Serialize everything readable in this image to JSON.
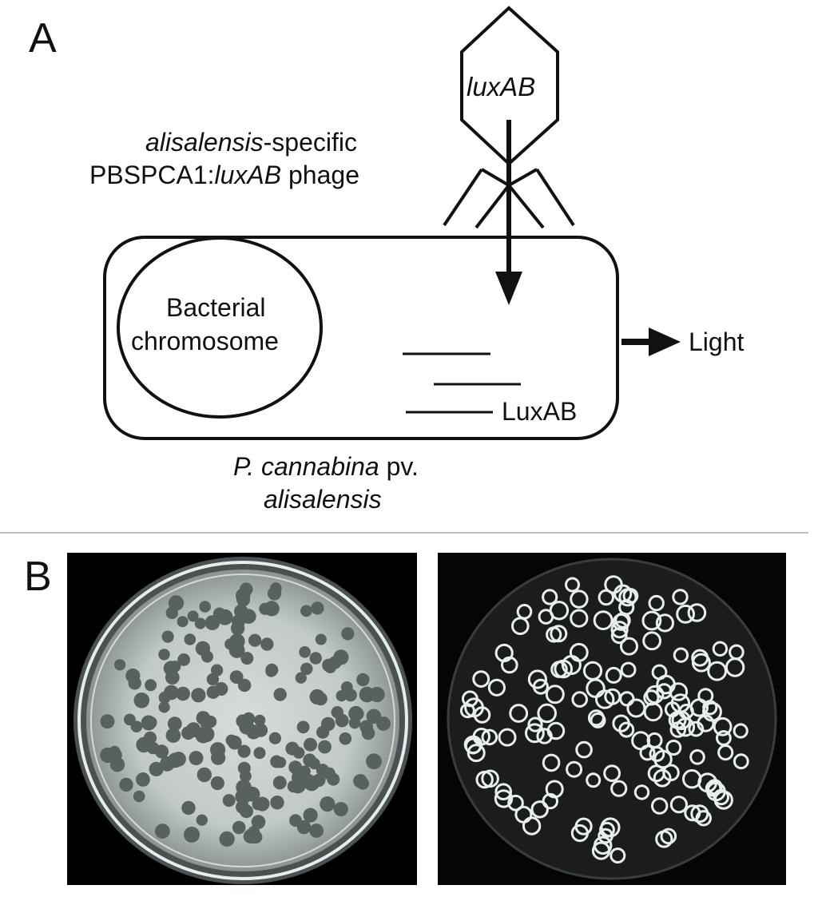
{
  "panel_a": {
    "letter": "A",
    "capsid_gene": "luxAB",
    "phage_label_line1_italic": "alisalensis",
    "phage_label_line1_rest": "-specific",
    "phage_label_line2_prefix": "PBSPCA1:",
    "phage_label_line2_italic": "luxAB",
    "phage_label_line2_suffix": " phage",
    "chromosome_line1": "Bacterial",
    "chromosome_line2": "chromosome",
    "protein_label": "LuxAB",
    "output_label": "Light",
    "organism_line1_italic": "P. cannabina",
    "organism_line1_rest": " pv.",
    "organism_line2_italic": "alisalensis"
  },
  "panel_b": {
    "letter": "B",
    "left_photo": "petri-dish-plaques-brightfield",
    "right_photo": "petri-dish-bioluminescence"
  }
}
